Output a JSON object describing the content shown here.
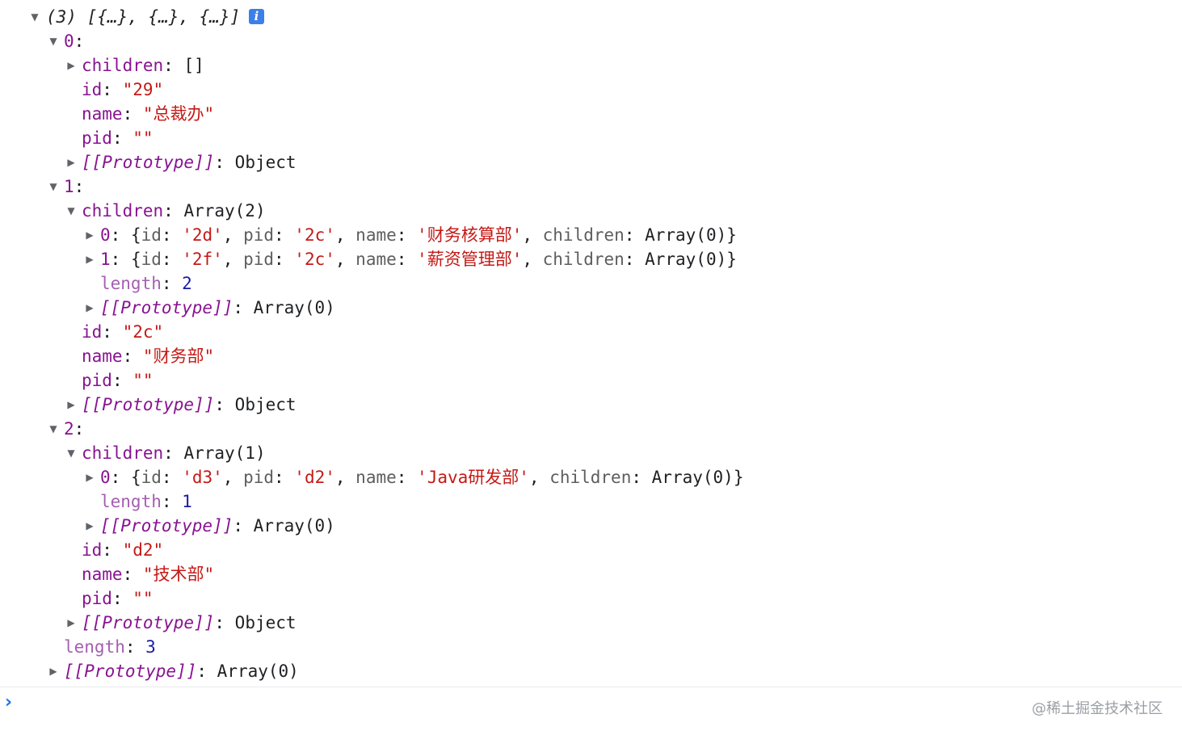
{
  "root": {
    "summary": "(3) [{…}, {…}, {…}]",
    "info_badge": "i",
    "length_key": "length",
    "length_value": "3",
    "proto_key": "[[Prototype]]",
    "proto_value": "Array(0)"
  },
  "items": [
    {
      "index": "0",
      "children_key": "children",
      "children_value": "[]",
      "id_key": "id",
      "id_value": "\"29\"",
      "name_key": "name",
      "name_value": "\"总裁办\"",
      "pid_key": "pid",
      "pid_value": "\"\"",
      "proto_key": "[[Prototype]]",
      "proto_value": "Object"
    },
    {
      "index": "1",
      "children_key": "children",
      "children_value": "Array(2)",
      "children": [
        {
          "index": "0",
          "id": "'2d'",
          "pid": "'2c'",
          "name": "'财务核算部'",
          "children": "Array(0)"
        },
        {
          "index": "1",
          "id": "'2f'",
          "pid": "'2c'",
          "name": "'薪资管理部'",
          "children": "Array(0)"
        }
      ],
      "children_length_key": "length",
      "children_length_value": "2",
      "children_proto_key": "[[Prototype]]",
      "children_proto_value": "Array(0)",
      "id_key": "id",
      "id_value": "\"2c\"",
      "name_key": "name",
      "name_value": "\"财务部\"",
      "pid_key": "pid",
      "pid_value": "\"\"",
      "proto_key": "[[Prototype]]",
      "proto_value": "Object"
    },
    {
      "index": "2",
      "children_key": "children",
      "children_value": "Array(1)",
      "children": [
        {
          "index": "0",
          "id": "'d3'",
          "pid": "'d2'",
          "name": "'Java研发部'",
          "children": "Array(0)"
        }
      ],
      "children_length_key": "length",
      "children_length_value": "1",
      "children_proto_key": "[[Prototype]]",
      "children_proto_value": "Array(0)",
      "id_key": "id",
      "id_value": "\"d2\"",
      "name_key": "name",
      "name_value": "\"技术部\"",
      "pid_key": "pid",
      "pid_value": "\"\"",
      "proto_key": "[[Prototype]]",
      "proto_value": "Object"
    }
  ],
  "prompt": {
    "arrow": "›",
    "watermark": "@稀土掘金技术社区"
  }
}
